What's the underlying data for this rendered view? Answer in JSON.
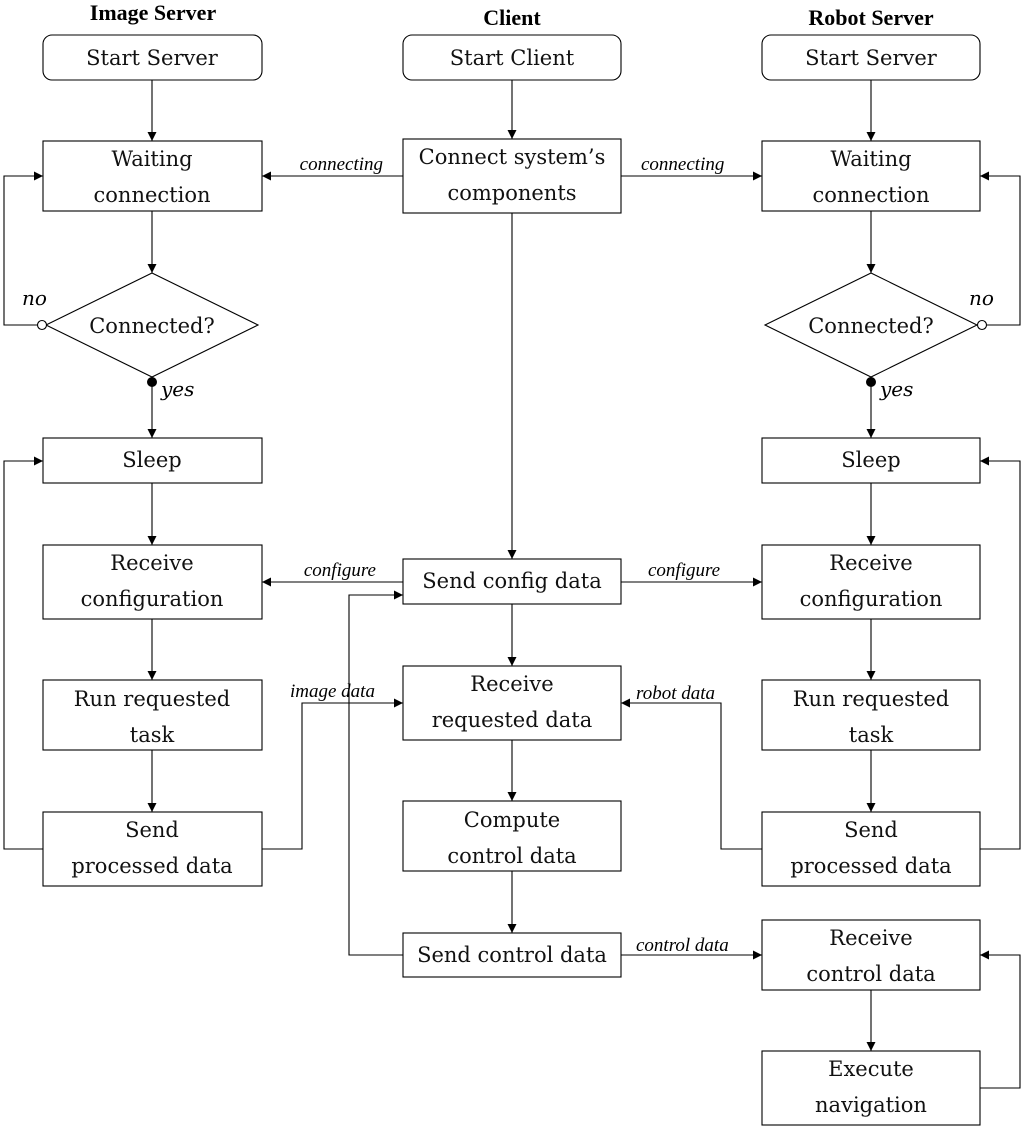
{
  "columns": {
    "image_server": "Image Server",
    "client": "Client",
    "robot_server": "Robot Server"
  },
  "image_server": {
    "start": "Start Server",
    "waiting_1": "Waiting",
    "waiting_2": "connection",
    "decision": "Connected?",
    "no_label": "no",
    "yes_label": "yes",
    "sleep": "Sleep",
    "receive_cfg_1": "Receive",
    "receive_cfg_2": "configuration",
    "run_task_1": "Run requested",
    "run_task_2": "task",
    "send_processed_1": "Send",
    "send_processed_2": "processed data"
  },
  "client": {
    "start": "Start Client",
    "connect_1": "Connect system’s",
    "connect_2": "components",
    "send_config": "Send config data",
    "receive_req_1": "Receive",
    "receive_req_2": "requested data",
    "compute_1": "Compute",
    "compute_2": "control data",
    "send_control": "Send control data"
  },
  "robot_server": {
    "start": "Start Server",
    "waiting_1": "Waiting",
    "waiting_2": "connection",
    "decision": "Connected?",
    "no_label": "no",
    "yes_label": "yes",
    "sleep": "Sleep",
    "receive_cfg_1": "Receive",
    "receive_cfg_2": "configuration",
    "run_task_1": "Run requested",
    "run_task_2": "task",
    "send_processed_1": "Send",
    "send_processed_2": "processed data",
    "receive_ctrl_1": "Receive",
    "receive_ctrl_2": "control data",
    "execute_1": "Execute",
    "execute_2": "navigation"
  },
  "edges": {
    "connecting_left": "connecting",
    "connecting_right": "connecting",
    "configure_left": "configure",
    "configure_right": "configure",
    "image_data": "image data",
    "robot_data": "robot data",
    "control_data": "control data"
  }
}
